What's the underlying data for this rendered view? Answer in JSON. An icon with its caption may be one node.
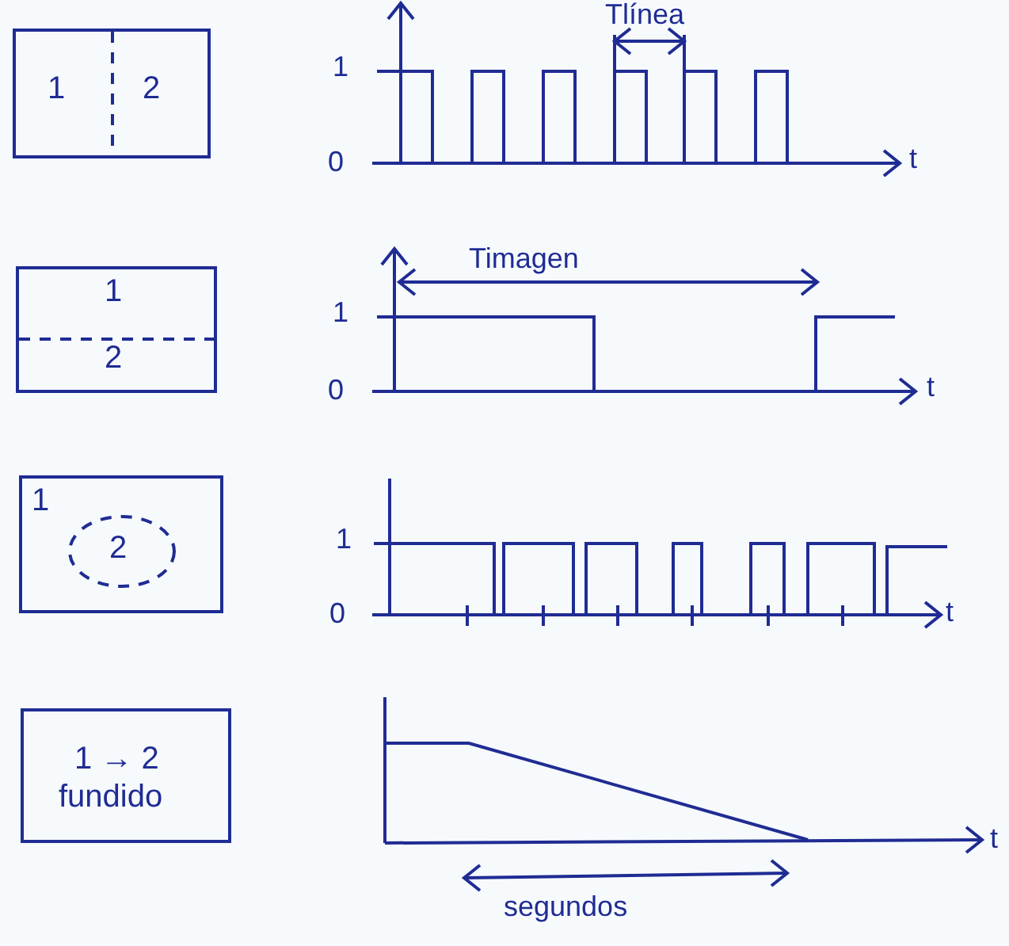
{
  "diagram": {
    "nodes": [
      {
        "text": [
          "1",
          "2"
        ]
      },
      {
        "text": [
          "1",
          "2"
        ]
      },
      {
        "text": [
          "1"
        ]
      },
      {
        "text": [
          "2"
        ],
        "in": 2
      },
      {
        "text": [
          "1 → 2",
          "fundido"
        ]
      }
    ],
    "edges": [],
    "labels": [
      "Tlínea",
      "1",
      "0",
      "t",
      "Timagen",
      "1",
      "0",
      "t",
      "1",
      "0",
      "t",
      "t",
      "segundos"
    ]
  }
}
